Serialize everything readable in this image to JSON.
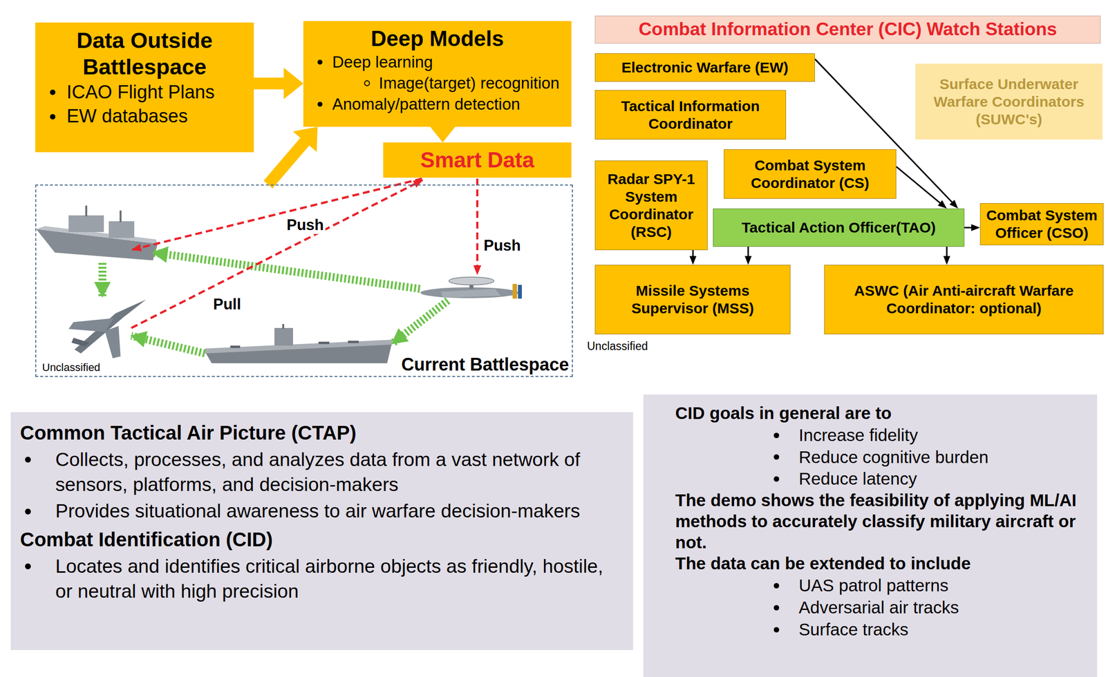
{
  "diagram": {
    "nodes": [
      {
        "text": [
          "Data Outside Battlespace",
          "ICAO Flight Plans",
          "EW databases"
        ]
      },
      {
        "text": [
          "Deep Models",
          "Deep learning",
          "Image(target) recognition",
          "Anomaly/pattern detection"
        ]
      },
      {
        "text": [
          "Smart Data"
        ]
      },
      {
        "text": [
          "Current Battlespace"
        ]
      },
      {
        "text": [
          "Combat Information Center (CIC) Watch Stations"
        ]
      },
      {
        "text": [
          "Electronic Warfare (EW)"
        ]
      },
      {
        "text": [
          "Tactical Information Coordinator"
        ]
      },
      {
        "text": [
          "Surface Underwater Warfare Coordinators (SUWC's)"
        ]
      },
      {
        "text": [
          "Radar SPY-1 System Coordinator (RSC)"
        ]
      },
      {
        "text": [
          "Combat System Coordinator (CS)"
        ]
      },
      {
        "text": [
          "Tactical Action Officer(TAO)"
        ]
      },
      {
        "text": [
          "Combat System Officer (CSO)"
        ]
      },
      {
        "text": [
          "Missile Systems Supervisor (MSS)"
        ]
      },
      {
        "text": [
          "ASWC (Air Anti-aircraft Warfare Coordinator: optional)"
        ]
      },
      {
        "text": [
          "Common Tactical Air Picture (CTAP)",
          "Collects, processes, and analyzes data from a vast network of sensors, platforms, and decision-makers",
          "Provides situational awareness to air warfare decision-makers",
          "Combat Identification (CID)",
          "Locates and identifies critical airborne objects as friendly, hostile, or neutral with high precision"
        ]
      },
      {
        "text": [
          "CID goals in general are to",
          "Increase fidelity",
          "Reduce cognitive burden",
          "Reduce latency",
          "The demo shows the feasibility of applying ML/AI methods to accurately classify military aircraft or not.",
          "The data can be extended to include",
          "UAS patrol patterns",
          "Adversarial air tracks",
          "Surface tracks"
        ]
      }
    ],
    "edges": [
      {
        "from": 0,
        "to": 1,
        "arrow": "to"
      },
      {
        "from": 1,
        "to": 2,
        "arrow": "to"
      },
      {
        "from": 3,
        "to": 1,
        "arrow": "to"
      },
      {
        "from": 5,
        "to": 10,
        "arrow": "to"
      },
      {
        "from": 9,
        "to": 10,
        "arrow": "to"
      },
      {
        "from": 10,
        "to": 11,
        "arrow": "to"
      },
      {
        "from": 8,
        "to": 12,
        "arrow": "to"
      },
      {
        "from": 10,
        "to": 12,
        "arrow": "to"
      },
      {
        "from": 10,
        "to": 13,
        "arrow": "to"
      }
    ],
    "labels": [
      "Push",
      "Push",
      "Pull",
      "Unclassified",
      "Unclassified"
    ]
  }
}
